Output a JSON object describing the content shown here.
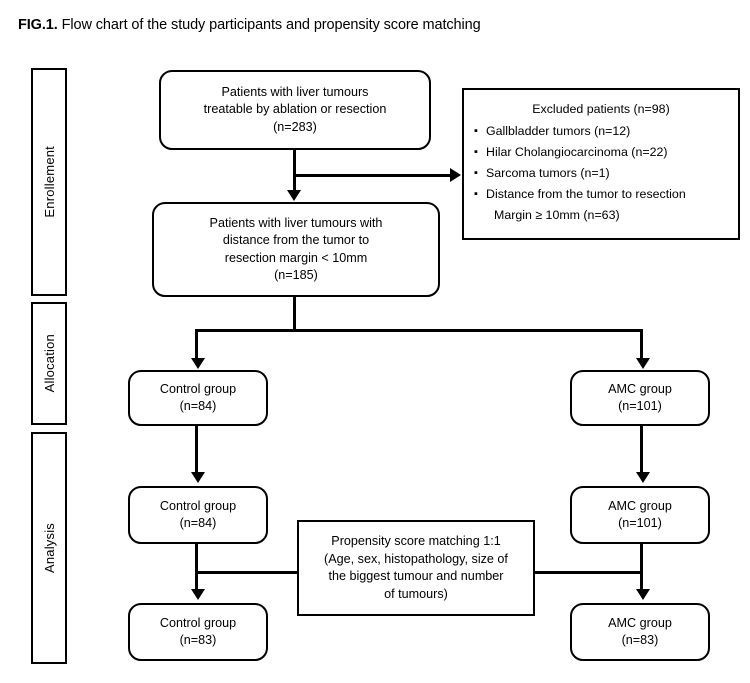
{
  "figure": {
    "label": "FIG.1.",
    "caption": "Flow chart of the study participants and propensity score matching"
  },
  "phases": [
    {
      "id": "enrollement",
      "label": "Enrollement"
    },
    {
      "id": "allocation",
      "label": "Allocation"
    },
    {
      "id": "analysis",
      "label": "Analysis"
    }
  ],
  "nodes": {
    "eligible": {
      "line1": "Patients with liver tumours",
      "line2": "treatable by ablation or resection",
      "line3": "(n=283)"
    },
    "excluded": {
      "title": "Excluded patients (n=98)",
      "items": [
        {
          "text": "Gallbladder tumors (n=12)"
        },
        {
          "text": "Hilar Cholangiocarcinoma (n=22)"
        },
        {
          "text": "Sarcoma tumors (n=1)"
        },
        {
          "text": "Distance from the tumor to resection",
          "cont": "Margin ≥ 10mm (n=63)"
        }
      ]
    },
    "included": {
      "line1": "Patients with liver tumours with",
      "line2": "distance from the tumor to",
      "line3": "resection margin < 10mm",
      "line4": "(n=185)"
    },
    "alloc_control": {
      "line1": "Control group",
      "line2": "(n=84)"
    },
    "alloc_amc": {
      "line1": "AMC group",
      "line2": "(n=101)"
    },
    "analysis_control": {
      "line1": "Control group",
      "line2": "(n=84)"
    },
    "analysis_amc": {
      "line1": "AMC group",
      "line2": "(n=101)"
    },
    "matching": {
      "line1": "Propensity score matching 1:1",
      "line2": "(Age, sex, histopathology, size of",
      "line3": "the biggest tumour and number",
      "line4": "of tumours)"
    },
    "matched_control": {
      "line1": "Control group",
      "line2": "(n=83)"
    },
    "matched_amc": {
      "line1": "AMC group",
      "line2": "(n=83)"
    }
  },
  "colors": {
    "stroke": "#000000",
    "background": "#ffffff"
  },
  "chart_data": {
    "type": "table",
    "title": "Flow chart of the study participants and propensity score matching",
    "stages": [
      "Enrollement",
      "Allocation",
      "Analysis"
    ],
    "counts": {
      "assessed": 283,
      "excluded_total": 98,
      "excluded_gallbladder": 12,
      "excluded_hilar_cholangiocarcinoma": 22,
      "excluded_sarcoma": 1,
      "excluded_margin_ge_10mm": 63,
      "included": 185,
      "allocated_control": 84,
      "allocated_amc": 101,
      "analysed_control": 84,
      "analysed_amc": 101,
      "matched_control": 83,
      "matched_amc": 83
    }
  }
}
